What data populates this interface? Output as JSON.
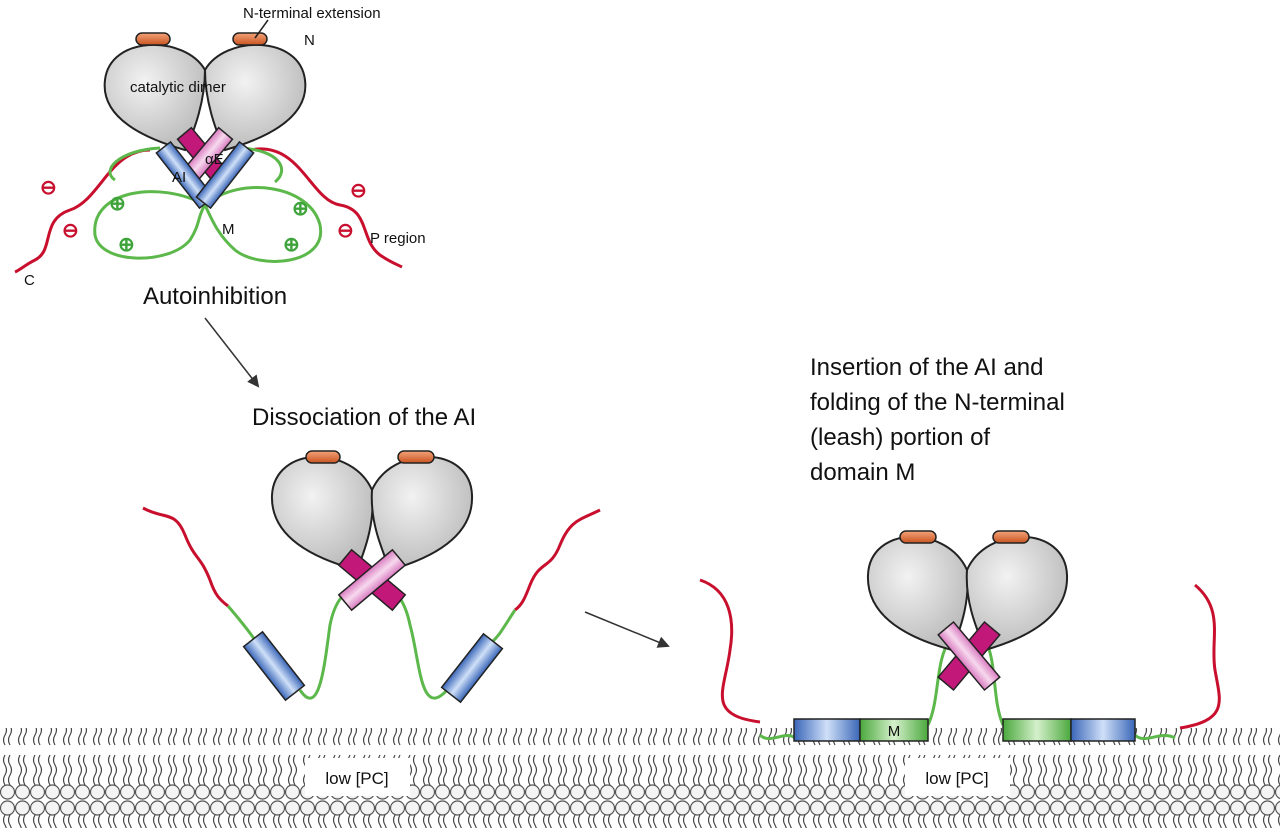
{
  "labels": {
    "n_terminal_extension": "N-terminal extension",
    "n_end": "N",
    "c_end": "C",
    "catalytic_dimer": "catalytic dimer",
    "alpha_e": "αE",
    "ai": "AI",
    "m": "M",
    "p_region": "P region",
    "autoinhibition": "Autoinhibition",
    "dissociation": "Dissociation of the AI",
    "insertion_lines": [
      "Insertion of the AI and",
      "folding of the N-terminal",
      "(leash) portion of",
      "domain M"
    ],
    "m_domain": "M",
    "membrane_left": "low [PC]",
    "membrane_right": "low [PC]",
    "minus": "⊖",
    "plus": "⊕"
  },
  "colors": {
    "lobe": "#d4d4d4",
    "n_extension": "#e0703a",
    "helix_dark": "#c2187a",
    "helix_light": "#e9a6d6",
    "ai_blue": "#3f6fbf",
    "m_green": "#5bb34a",
    "linker_green": "#5cb84a",
    "p_region_red": "#c8102e",
    "plus_green": "#3da33a",
    "minus_red": "#c8102e"
  }
}
